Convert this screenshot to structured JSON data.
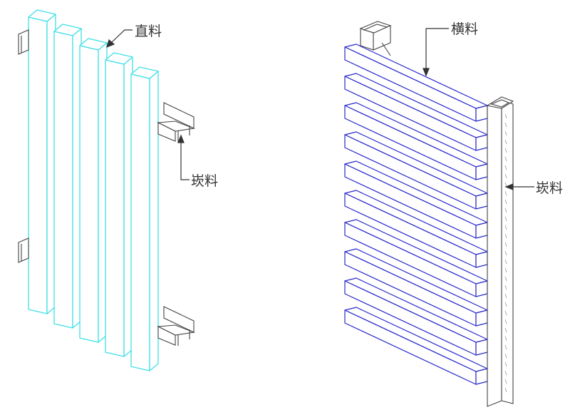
{
  "labels": {
    "vertical_member": "直料",
    "horizontal_member": "横料",
    "left_support": "崁料",
    "right_support": "崁料"
  },
  "colors": {
    "vertical_member": "#3fe0e8",
    "horizontal_member": "#2a2acc",
    "support": "#444444",
    "leader": "#333333"
  },
  "counts": {
    "vertical_louvers": 5,
    "horizontal_louvers": 10
  }
}
